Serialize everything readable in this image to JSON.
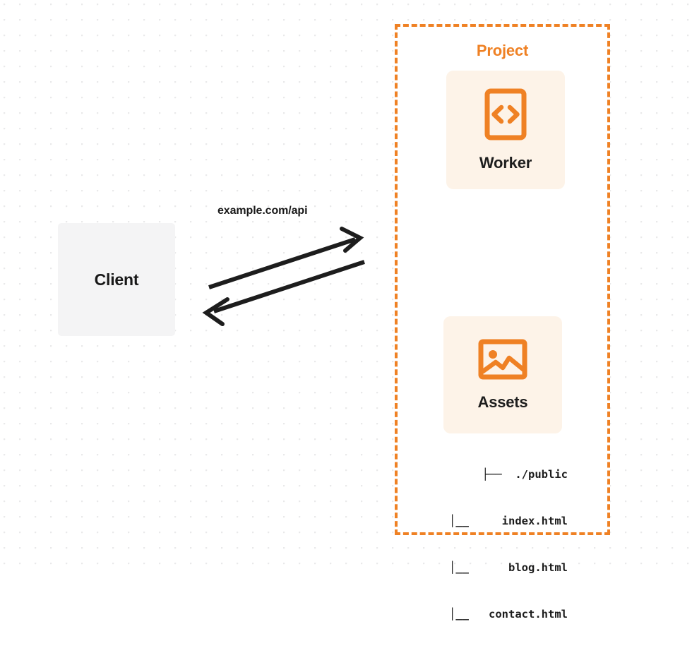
{
  "diagram": {
    "title_visible": false,
    "background": "#ffffff",
    "dot_grid_color": "#e9e9ea",
    "accent_color": "#ef8124",
    "card_bg_color": "#fdf3e8",
    "client_bg_color": "#f4f4f5",
    "text_color": "#181818"
  },
  "client": {
    "label": "Client"
  },
  "connection": {
    "label": "example.com/api",
    "request_direction": "client-to-project",
    "response_direction": "project-to-client",
    "stroke_color": "#1d1d1d"
  },
  "project": {
    "title": "Project",
    "border_style": "dashed",
    "border_color": "#ef8124",
    "cards": [
      {
        "id": "worker",
        "label": "Worker",
        "icon": "code-brackets-icon"
      },
      {
        "id": "assets",
        "label": "Assets",
        "icon": "image-icon"
      }
    ],
    "file_tree": {
      "lines": [
        "├──  ./public",
        "│__     index.html",
        "│__      blog.html",
        "│__   contact.html"
      ],
      "root": "./public",
      "files": [
        "index.html",
        "blog.html",
        "contact.html"
      ]
    }
  }
}
